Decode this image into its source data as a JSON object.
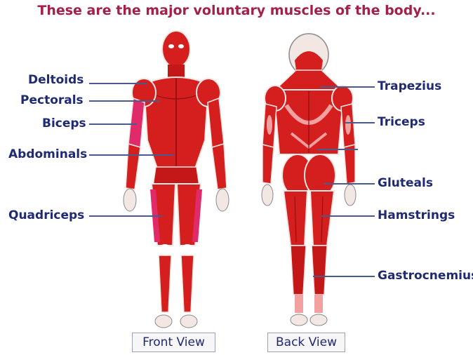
{
  "title": "These are the major voluntary muscles of the body...",
  "front_labels": {
    "deltoids": "Deltoids",
    "pectorals": "Pectorals",
    "biceps": "Biceps",
    "abdominals": "Abdominals",
    "quadriceps": "Quadriceps"
  },
  "back_labels": {
    "trapezius": "Trapezius",
    "triceps": "Triceps",
    "gluteals": "Gluteals",
    "hamstrings": "Hamstrings",
    "gastrocnemius": "Gastrocnemius"
  },
  "buttons": {
    "front_view": "Front View",
    "back_view": "Back View"
  },
  "colors": {
    "title": "#a4204a",
    "label": "#1f2a73",
    "muscle": "#d51f1f",
    "muscle_dark": "#a80f12",
    "muscle_light": "#f3a0a0",
    "muscle_pink": "#e02a6a",
    "skin": "#f3e7e4"
  }
}
